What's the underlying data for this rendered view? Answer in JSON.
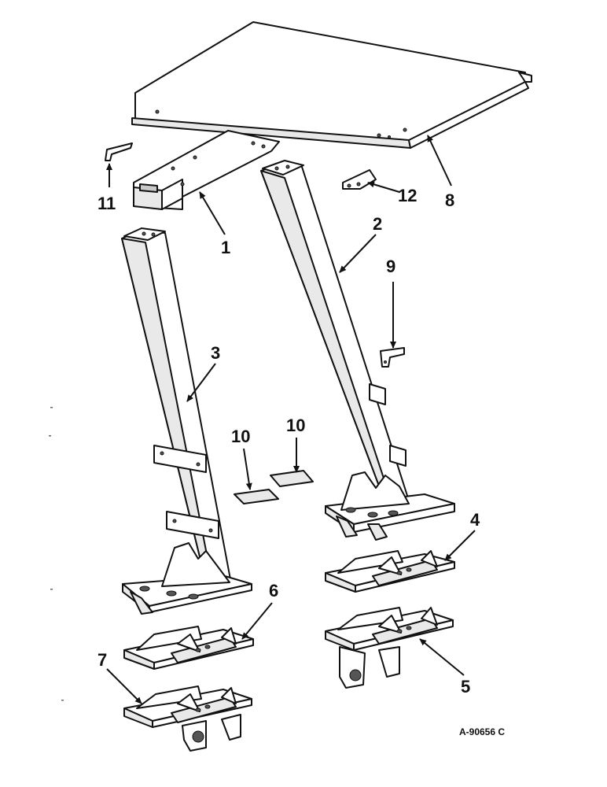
{
  "callouts": {
    "c1": "1",
    "c2": "2",
    "c3": "3",
    "c4": "4",
    "c5": "5",
    "c6": "6",
    "c7": "7",
    "c8": "8",
    "c9": "9",
    "c10a": "10",
    "c10b": "10",
    "c11": "11",
    "c12": "12"
  },
  "reference_number": "A-90656 C"
}
